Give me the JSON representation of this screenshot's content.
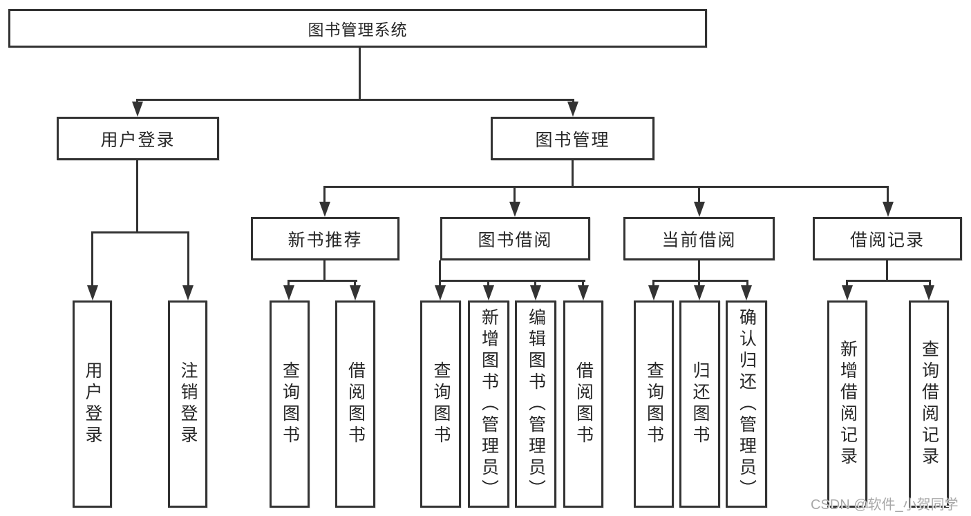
{
  "title": "图书管理系统",
  "level2": [
    {
      "label": "用户登录"
    },
    {
      "label": "图书管理"
    }
  ],
  "level3": [
    {
      "label": "新书推荐"
    },
    {
      "label": "图书借阅"
    },
    {
      "label": "当前借阅"
    },
    {
      "label": "借阅记录"
    }
  ],
  "leaves": [
    {
      "label": "用户登录"
    },
    {
      "label": "注销登录"
    },
    {
      "label": "查询图书"
    },
    {
      "label": "借阅图书"
    },
    {
      "label": "查询图书"
    },
    {
      "label": "新增图书（管理员）"
    },
    {
      "label": "编辑图书（管理员）"
    },
    {
      "label": "借阅图书"
    },
    {
      "label": "查询图书"
    },
    {
      "label": "归还图书"
    },
    {
      "label": "确认归还（管理员）"
    },
    {
      "label": "新增借阅记录"
    },
    {
      "label": "查询借阅记录"
    }
  ],
  "hierarchy": {
    "图书管理系统": [
      "用户登录",
      "图书管理"
    ],
    "用户登录": [
      "用户登录",
      "注销登录"
    ],
    "图书管理": [
      "新书推荐",
      "图书借阅",
      "当前借阅",
      "借阅记录"
    ],
    "新书推荐": [
      "查询图书",
      "借阅图书"
    ],
    "图书借阅": [
      "查询图书",
      "新增图书（管理员）",
      "编辑图书（管理员）",
      "借阅图书"
    ],
    "当前借阅": [
      "查询图书",
      "归还图书",
      "确认归还（管理员）"
    ],
    "借阅记录": [
      "新增借阅记录",
      "查询借阅记录"
    ]
  },
  "watermark": "CSDN @软件_小贺同学",
  "colors": {
    "line": "#333333",
    "text": "#262626",
    "background": "#ffffff",
    "watermark": "#a8a8a8"
  }
}
